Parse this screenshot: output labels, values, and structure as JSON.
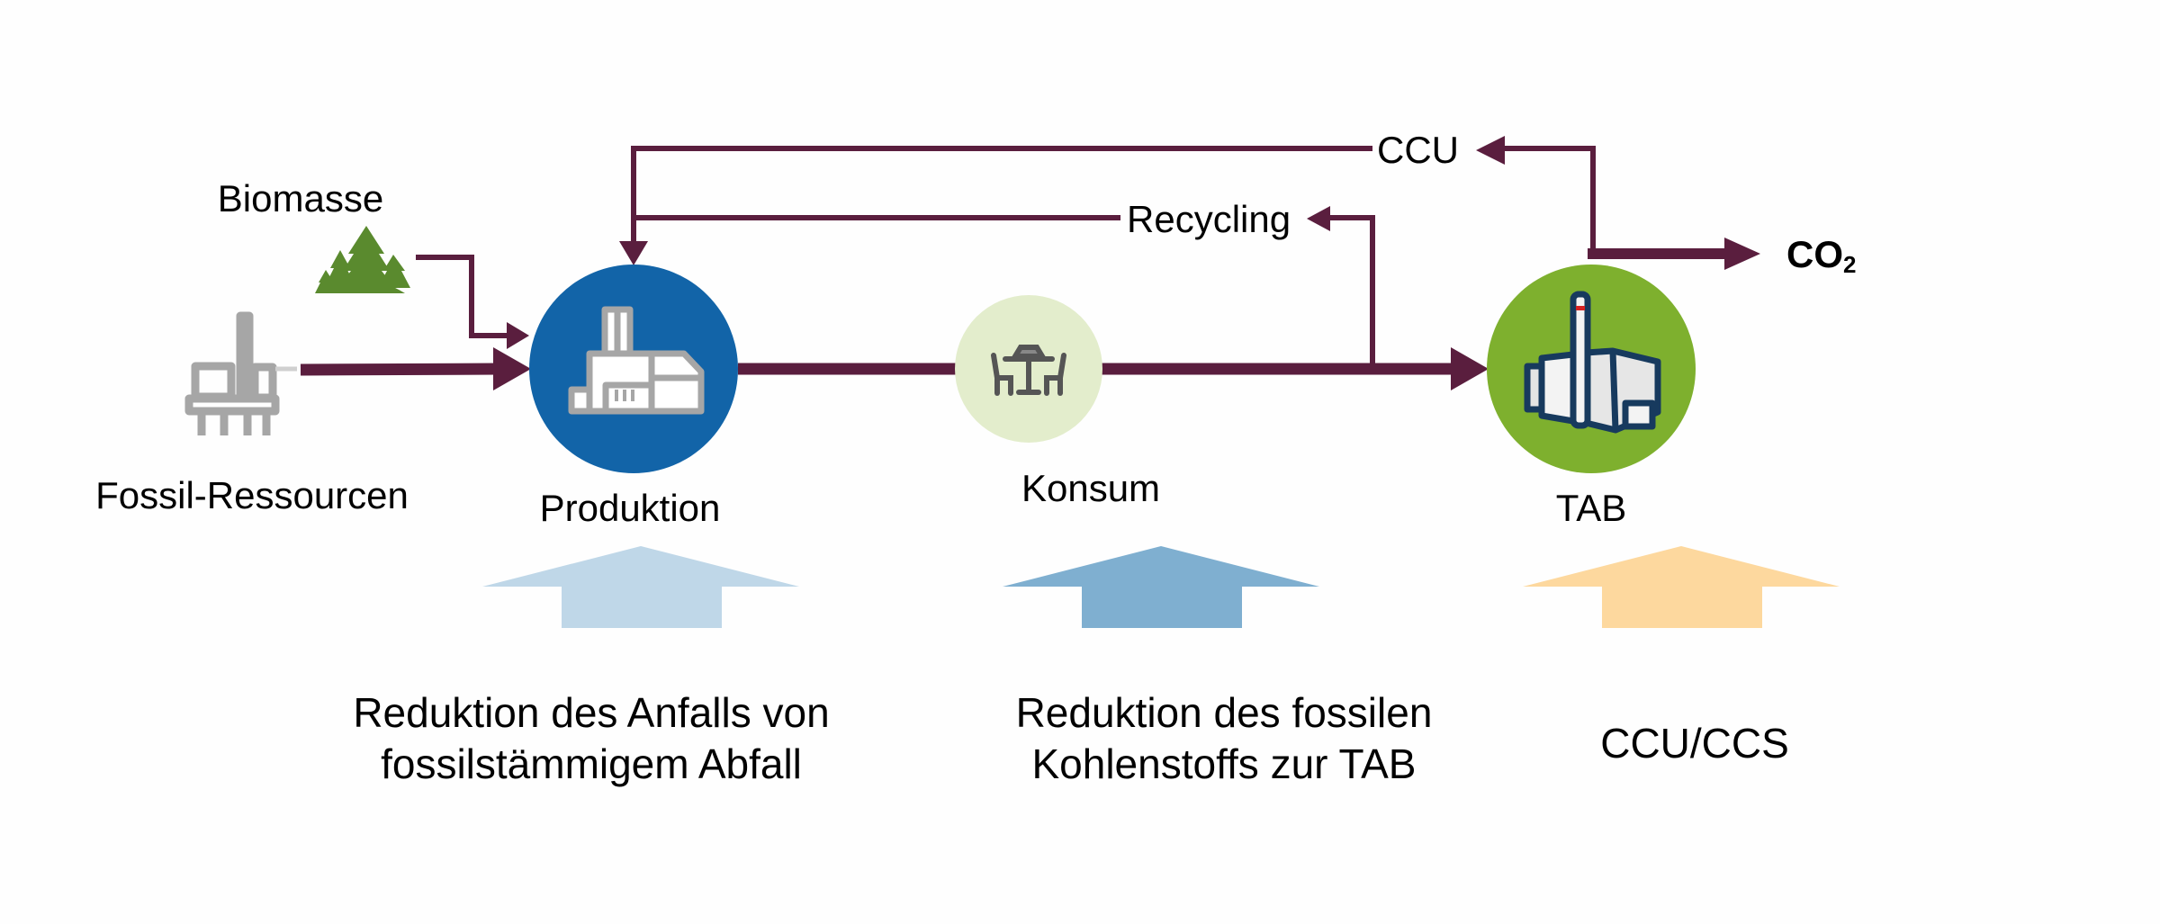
{
  "colors": {
    "flow": "#5a1e3e",
    "produktion": "#1264a8",
    "konsum": "#e3edcc",
    "tab": "#7eb02e",
    "arrow_produktion": "#bfd7e8",
    "arrow_konsum": "#7fafd0",
    "arrow_tab": "#fdd89e",
    "biomass_green": "#5a8a2e",
    "icon_grey": "#a6a6a6",
    "tab_icon_outline": "#173a5e"
  },
  "inputs": {
    "biomasse": {
      "label": "Biomasse",
      "icon": "forest-icon"
    },
    "fossil": {
      "label": "Fossil-Ressourcen",
      "icon": "oil-platform-icon"
    }
  },
  "nodes": {
    "produktion": {
      "label": "Produktion",
      "icon": "factory-icon"
    },
    "konsum": {
      "label": "Konsum",
      "icon": "dining-table-icon"
    },
    "tab": {
      "label": "TAB",
      "icon": "incineration-plant-icon"
    }
  },
  "loops": {
    "ccu": "CCU",
    "recycling": "Recycling"
  },
  "output": {
    "co2_main": "CO",
    "co2_sub": "2"
  },
  "measures": [
    {
      "line1": "Reduktion des Anfalls von",
      "line2": "fossilstämmigem Abfall"
    },
    {
      "line1": "Reduktion des fossilen",
      "line2": "Kohlenstoffs zur TAB"
    },
    {
      "line1": "CCU/CCS",
      "line2": ""
    }
  ]
}
